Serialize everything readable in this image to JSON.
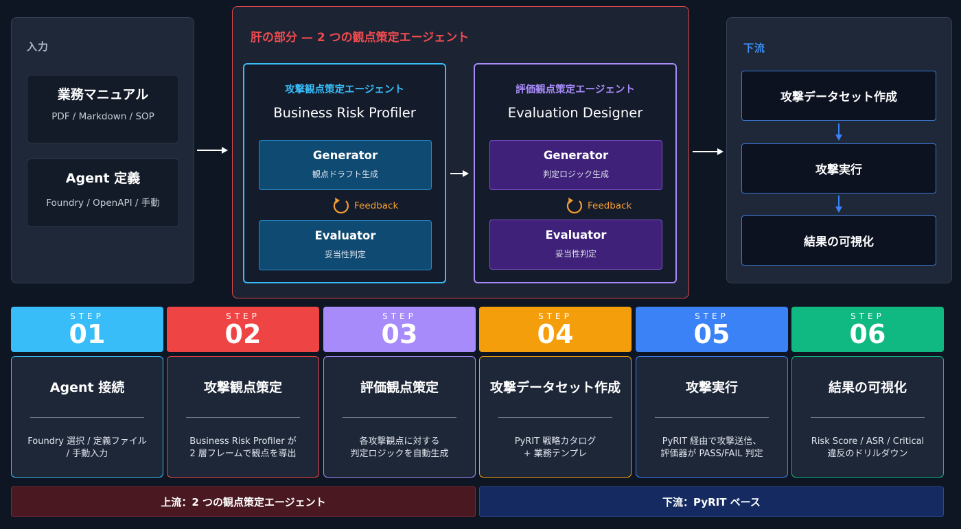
{
  "input_panel": {
    "label": "入力",
    "manual": {
      "title": "業務マニュアル",
      "subtitle": "PDF / Markdown / SOP"
    },
    "agent_def": {
      "title": "Agent 定義",
      "subtitle": "Foundry / OpenAPI / 手動"
    }
  },
  "core_panel": {
    "title": "肝の部分 — 2 つの観点策定エージェント",
    "attack_agent": {
      "kind": "攻撃観点策定エージェント",
      "name": "Business Risk Profiler",
      "generator": {
        "title": "Generator",
        "desc": "観点ドラフト生成"
      },
      "feedback": "Feedback",
      "evaluator": {
        "title": "Evaluator",
        "desc": "妥当性判定"
      }
    },
    "eval_agent": {
      "kind": "評価観点策定エージェント",
      "name": "Evaluation Designer",
      "generator": {
        "title": "Generator",
        "desc": "判定ロジック生成"
      },
      "feedback": "Feedback",
      "evaluator": {
        "title": "Evaluator",
        "desc": "妥当性判定"
      }
    }
  },
  "downstream_panel": {
    "label": "下流",
    "items": [
      "攻撃データセット作成",
      "攻撃実行",
      "結果の可視化"
    ]
  },
  "steps": [
    {
      "label": "STEP",
      "num": "01",
      "title": "Agent 接続",
      "desc1": "Foundry 選択 / 定義ファイル",
      "desc2": "/ 手動入力",
      "color": "#38bdf8"
    },
    {
      "label": "STEP",
      "num": "02",
      "title": "攻撃観点策定",
      "desc1": "Business Risk Profiler が",
      "desc2": "2 層フレームで観点を導出",
      "color": "#ef4444"
    },
    {
      "label": "STEP",
      "num": "03",
      "title": "評価観点策定",
      "desc1": "各攻撃観点に対する",
      "desc2": "判定ロジックを自動生成",
      "color": "#a78bfa"
    },
    {
      "label": "STEP",
      "num": "04",
      "title": "攻撃データセット作成",
      "desc1": "PyRIT 戦略カタログ",
      "desc2": "+ 業務テンプレ",
      "color": "#f59e0b"
    },
    {
      "label": "STEP",
      "num": "05",
      "title": "攻撃実行",
      "desc1": "PyRIT 経由で攻撃送信、",
      "desc2": "評価器が PASS/FAIL 判定",
      "color": "#3b82f6"
    },
    {
      "label": "STEP",
      "num": "06",
      "title": "結果の可視化",
      "desc1": "Risk Score / ASR / Critical",
      "desc2": "違反のドリルダウン",
      "color": "#10b981"
    }
  ],
  "bands": {
    "upstream": "上流：2 つの観点策定エージェント",
    "downstream": "下流：PyRIT ベース"
  },
  "colors": {
    "core_border": "#e0474b",
    "attack_accent": "#38bdf8",
    "eval_accent": "#a78bfa",
    "feedback": "#f59e32",
    "downstream_accent": "#3a78d6"
  }
}
